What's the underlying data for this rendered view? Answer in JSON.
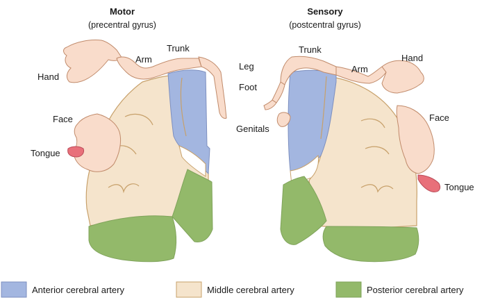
{
  "motor": {
    "title": "Motor",
    "subtitle": "(precentral gyrus)",
    "labels": {
      "hand": "Hand",
      "arm": "Arm",
      "trunk": "Trunk",
      "face": "Face",
      "tongue": "Tongue"
    }
  },
  "sensory": {
    "title": "Sensory",
    "subtitle": "(postcentral gyrus)",
    "labels": {
      "trunk": "Trunk",
      "hand": "Hand",
      "leg": "Leg",
      "arm": "Arm",
      "foot": "Foot",
      "face": "Face",
      "genitals": "Genitals",
      "tongue": "Tongue"
    }
  },
  "legend": [
    {
      "label": "Anterior cerebral artery",
      "color": "#a3b6e0"
    },
    {
      "label": "Middle cerebral artery",
      "color": "#f5e4cc"
    },
    {
      "label": "Posterior cerebral artery",
      "color": "#93b96a"
    }
  ],
  "colors": {
    "skin": "#f9dccb",
    "mouth": "#e8707a",
    "outline": "#c7a06a"
  }
}
